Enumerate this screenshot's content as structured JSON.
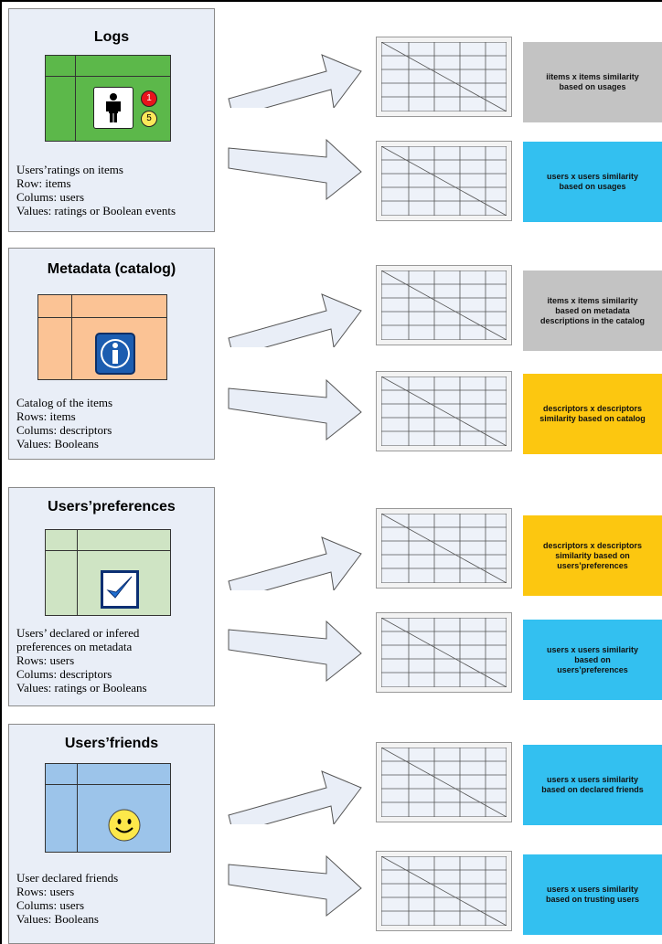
{
  "colors": {
    "panel_bg": "#e9eef7",
    "logs_icon": "#5cb84a",
    "metadata_icon": "#fbc395",
    "preferences_icon": "#cfe4c4",
    "friends_icon": "#9cc4ea",
    "gray_label": "#c3c3c3",
    "blue_label": "#33c0f0",
    "yellow_label": "#fcc710"
  },
  "panels": [
    {
      "title": "Logs",
      "icon": "person-icon",
      "badges": [
        "1",
        "5"
      ],
      "desc": [
        "Users’ratings on items",
        "Row: items",
        "Colums: users",
        "Values: ratings or Boolean events"
      ]
    },
    {
      "title": "Metadata (catalog)",
      "icon": "info-icon",
      "desc": [
        "Catalog of the items",
        "Rows: items",
        "Colums: descriptors",
        "Values: Booleans"
      ]
    },
    {
      "title": "Users’preferences",
      "icon": "checkmark-icon",
      "desc": [
        "Users’ declared or infered",
        "preferences on metadata",
        "Rows: users",
        "Colums: descriptors",
        "Values: ratings or Booleans"
      ]
    },
    {
      "title": "Users’friends",
      "icon": "smiley-icon",
      "desc": [
        "User declared friends",
        "Rows: users",
        "Colums: users",
        "Values: Booleans"
      ]
    }
  ],
  "outputs": [
    {
      "label": "iitems x items similarity\nbased on usages",
      "color": "#c3c3c3"
    },
    {
      "label": "users x users similarity\nbased on usages",
      "color": "#33c0f0"
    },
    {
      "label": "items x items similarity\nbased on metadata\ndescriptions in the catalog",
      "color": "#c3c3c3"
    },
    {
      "label": "descriptors x descriptors\nsimilarity based on catalog",
      "color": "#fcc710"
    },
    {
      "label": "descriptors x descriptors\nsimilarity based on\nusers’preferences",
      "color": "#fcc710"
    },
    {
      "label": "users x users similarity\nbased on\nusers’preferences",
      "color": "#33c0f0"
    },
    {
      "label": "users x users similarity\nbased on declared friends",
      "color": "#33c0f0"
    },
    {
      "label": "users x users similarity\nbased on trusting users",
      "color": "#33c0f0"
    }
  ]
}
